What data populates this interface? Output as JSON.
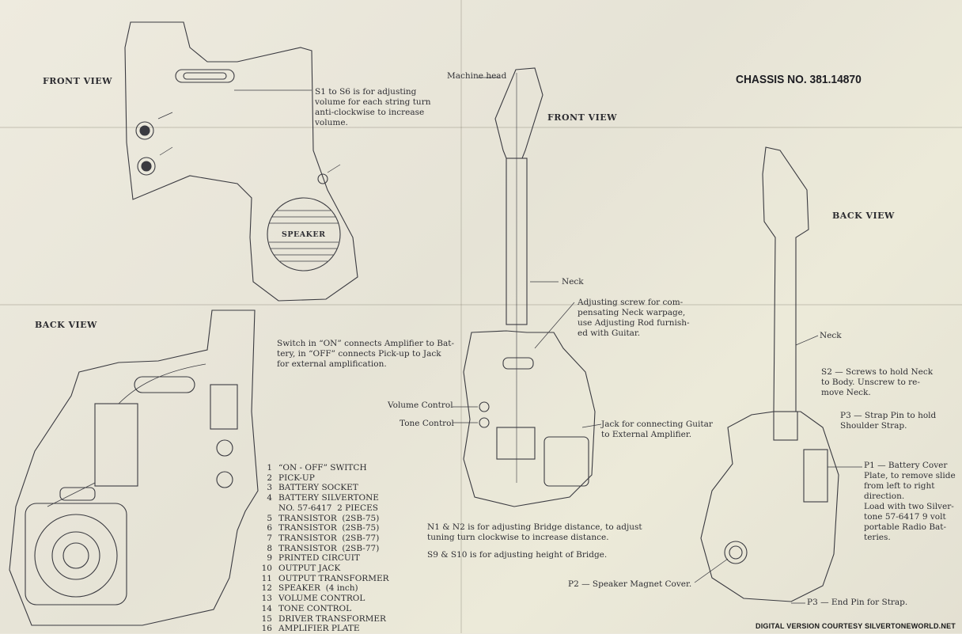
{
  "chassis_no": "CHASSIS NO. 381.14870",
  "views": {
    "top_left": "FRONT VIEW",
    "bottom_left": "BACK VIEW",
    "center": "FRONT VIEW",
    "right": "BACK VIEW"
  },
  "speaker_label": "SPEAKER",
  "notes": {
    "s1_s6": "S1 to S6 is for adjusting\nvolume for each string turn\nanti-clockwise to increase\nvolume.",
    "switch": "Switch in “ON” connects Amplifier to Bat-\ntery, in “OFF” connects Pick-up to Jack\nfor external amplification.",
    "machine_head": "Machine head",
    "neck_center": "Neck",
    "adjusting_screw": "Adjusting screw for com-\npensating Neck warpage,\nuse Adjusting Rod furnish-\ned with Guitar.",
    "volume_control": "Volume Control",
    "tone_control": "Tone Control",
    "jack": "Jack for connecting Guitar\nto External Amplifier.",
    "n1_n2": "N1 & N2 is for adjusting Bridge distance, to adjust\ntuning turn clockwise to increase distance.",
    "s9_s10": "S9 & S10 is for adjusting height of Bridge.",
    "p2": "P2 — Speaker Magnet Cover.",
    "neck_right": "Neck",
    "s2": "S2 — Screws to hold Neck\nto Body.  Unscrew to re-\nmove Neck.",
    "p3_strap": "P3 — Strap Pin  to  hold\nShoulder Strap.",
    "p1": "P1 — Battery Cover\nPlate, to remove slide\nfrom  left  to  right\ndirection.\nLoad with two Silver-\ntone  57-6417  9  volt\nportable Radio Bat-\nteries.",
    "p3_end": "P3 — End Pin for Strap."
  },
  "parts_list": [
    {
      "num": "1",
      "text": "“ON - OFF” SWITCH"
    },
    {
      "num": "2",
      "text": "PICK-UP"
    },
    {
      "num": "3",
      "text": "BATTERY SOCKET"
    },
    {
      "num": "4",
      "text": "BATTERY SILVERTONE"
    },
    {
      "num": "",
      "text": "NO. 57-6417  2 PIECES"
    },
    {
      "num": "5",
      "text": "TRANSISTOR  (2SB-75)"
    },
    {
      "num": "6",
      "text": "TRANSISTOR  (2SB-75)"
    },
    {
      "num": "7",
      "text": "TRANSISTOR  (2SB-77)"
    },
    {
      "num": "8",
      "text": "TRANSISTOR  (2SB-77)"
    },
    {
      "num": "9",
      "text": "PRINTED CIRCUIT"
    },
    {
      "num": "10",
      "text": "OUTPUT JACK"
    },
    {
      "num": "11",
      "text": "OUTPUT TRANSFORMER"
    },
    {
      "num": "12",
      "text": "SPEAKER  (4 inch)"
    },
    {
      "num": "13",
      "text": "VOLUME CONTROL"
    },
    {
      "num": "14",
      "text": "TONE CONTROL"
    },
    {
      "num": "15",
      "text": "DRIVER TRANSFORMER"
    },
    {
      "num": "16",
      "text": "AMPLIFIER PLATE"
    }
  ],
  "credit": "DIGITAL VERSION COURTESY SILVERTONEWORLD.NET",
  "colors": {
    "paper": "#ebe8dc",
    "ink": "#2c2c30"
  }
}
